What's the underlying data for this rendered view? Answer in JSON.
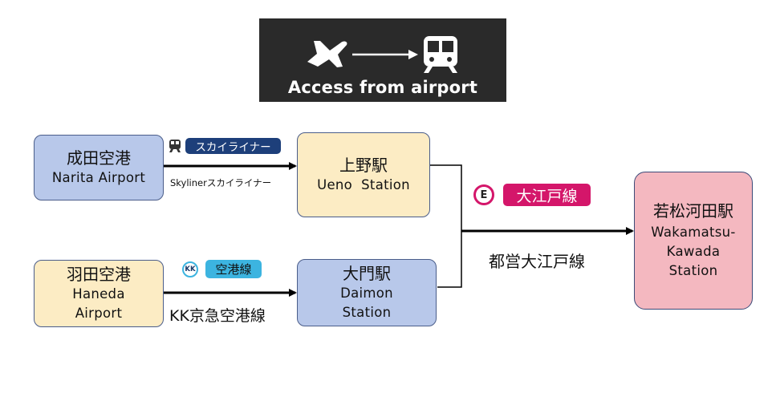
{
  "banner": {
    "title": "Access from airport",
    "plane_icon": "airplane-icon",
    "train_icon": "train-icon",
    "bg": "#2a2a2a"
  },
  "narita": {
    "jp": "成田空港",
    "en": "Narita Airport"
  },
  "haneda": {
    "jp": "羽田空港",
    "en_line1": "Haneda",
    "en_line2": "Airport"
  },
  "ueno": {
    "jp": "上野駅",
    "en": "Ueno  Station"
  },
  "daimon": {
    "jp": "大門駅",
    "en_line1": "Daimon",
    "en_line2": "Station"
  },
  "wakamatsu": {
    "jp": "若松河田駅",
    "en_line1": "Wakamatsu-",
    "en_line2": "Kawada",
    "en_line3": "Station"
  },
  "skyliner": {
    "badge": "スカイライナー",
    "caption": "Skylinerスカイライナー",
    "color": "#1d3f7a"
  },
  "keikyu": {
    "symbol": "KK",
    "badge": "空港線",
    "caption": "KK京急空港線",
    "color": "#3cb4e0"
  },
  "oedo": {
    "symbol": "E",
    "badge": "大江戸線",
    "caption": "都営大江戸線",
    "color": "#d4166a"
  }
}
